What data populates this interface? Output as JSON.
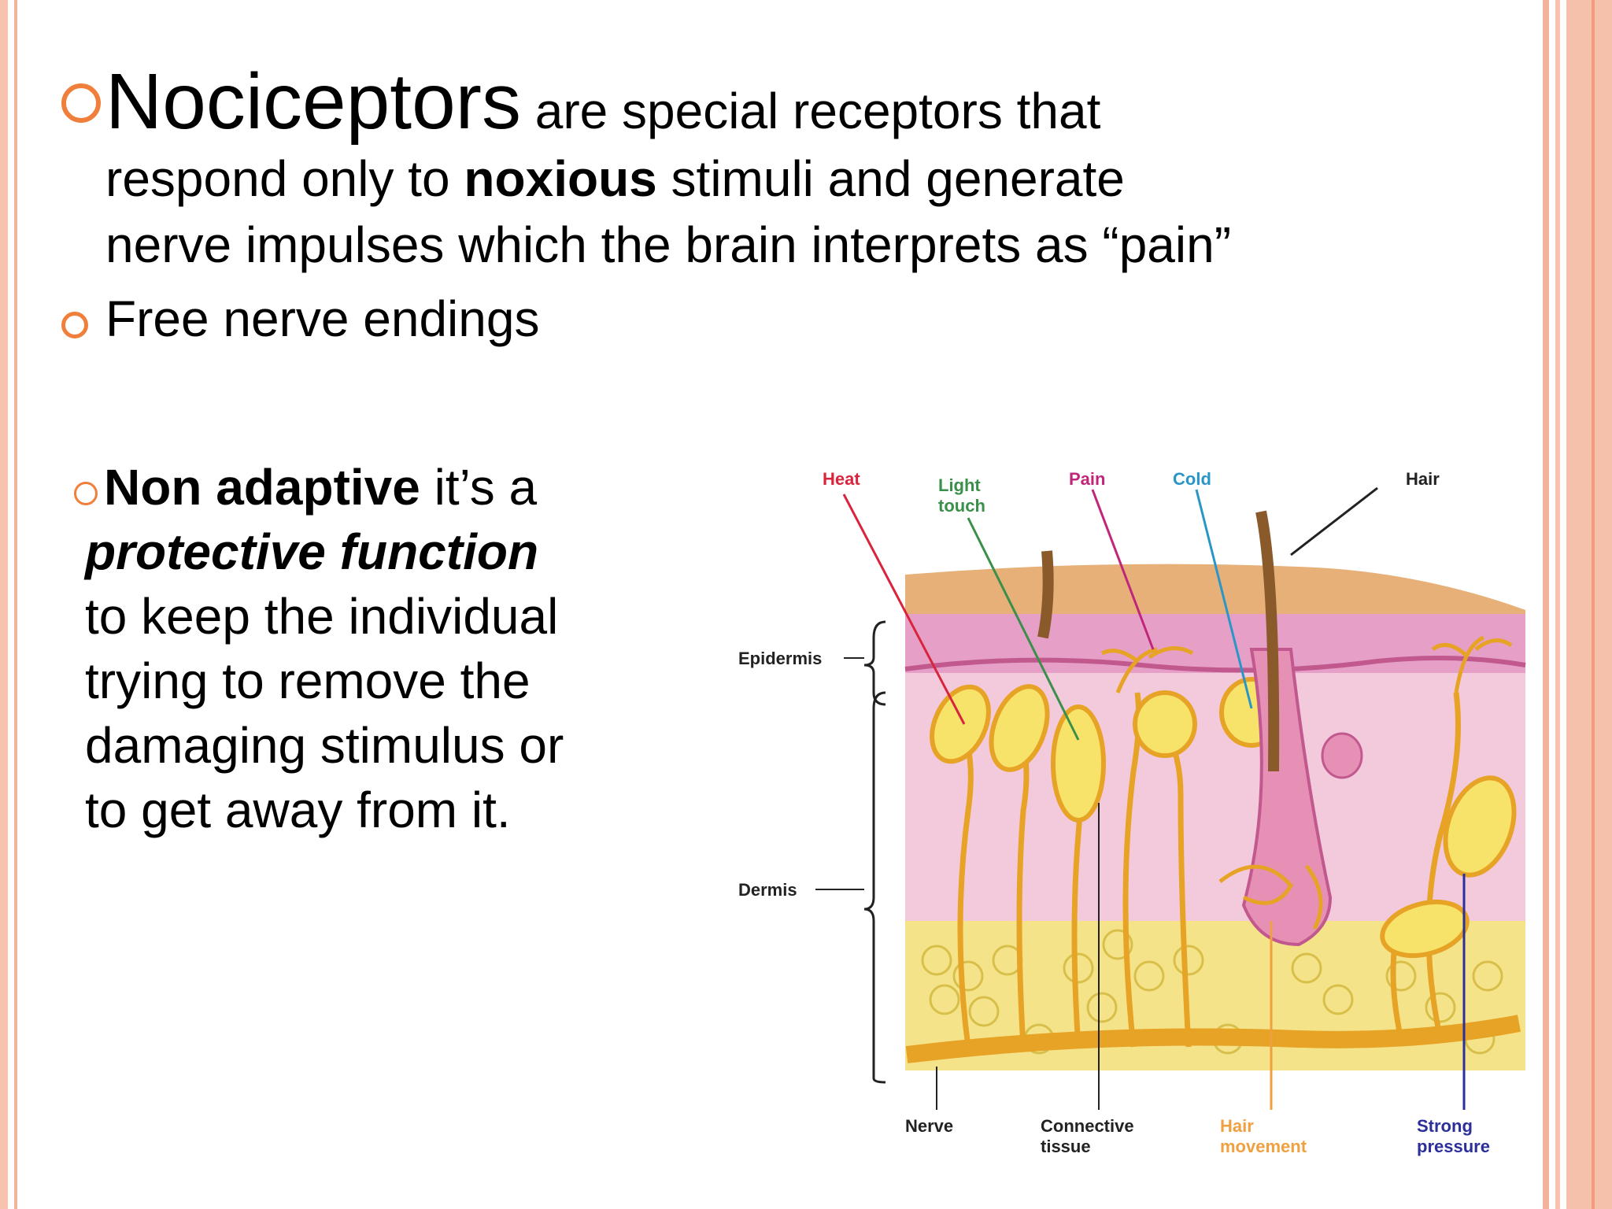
{
  "slide": {
    "bullet1": {
      "term": "Nociceptors",
      "line1_rest": " are special receptors that",
      "line2_pre": "respond only to ",
      "line2_bold": "noxious",
      "line2_post": " stimuli and generate",
      "line3": "nerve impulses which the brain interprets as “pain”"
    },
    "bullet2": {
      "text": "Free nerve endings"
    },
    "bullet3": {
      "bold": "Non adaptive",
      "rest1": " it’s a",
      "italic": "protective function",
      "lines": [
        "to keep the individual",
        "trying to remove the",
        "damaging stimulus or",
        "to get away from it."
      ]
    }
  },
  "diagram": {
    "labels": {
      "heat": "Heat",
      "light_touch_1": "Light",
      "light_touch_2": "touch",
      "pain": "Pain",
      "cold": "Cold",
      "hair": "Hair",
      "epidermis": "Epidermis",
      "dermis": "Dermis",
      "nerve": "Nerve",
      "connective_1": "Connective",
      "connective_2": "tissue",
      "hair_movement_1": "Hair",
      "hair_movement_2": "movement",
      "strong_pressure_1": "Strong",
      "strong_pressure_2": "pressure"
    },
    "colors": {
      "heat": "#d8243c",
      "light_touch": "#3a8f4a",
      "pain": "#c0267a",
      "cold": "#2a96c8",
      "hair": "#222222",
      "hair_movement": "#f0a040",
      "strong_pressure": "#2a2f9a",
      "nerve_fiber": "#e6a325",
      "receptor_fill": "#f7e36a",
      "epidermis": "#e6a0c8",
      "dermis": "#f3c9dc",
      "fat": "#f5e38a",
      "surface": "#e6b078",
      "bullet": "#f07f3c"
    }
  }
}
